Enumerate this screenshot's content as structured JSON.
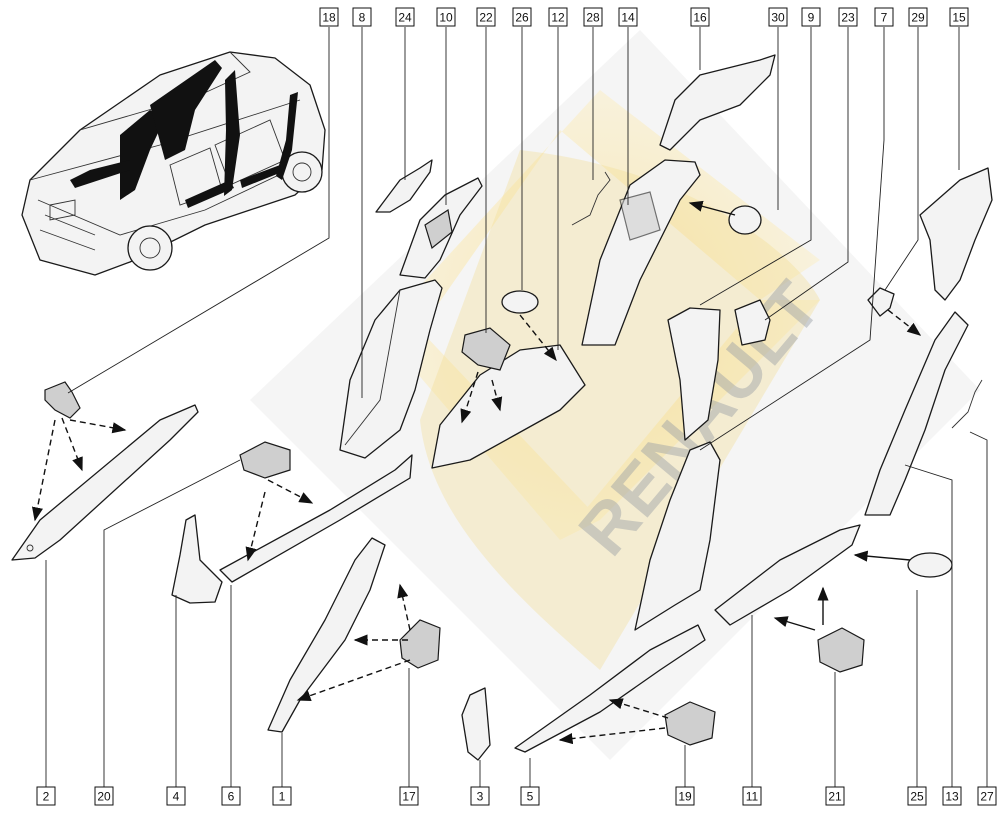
{
  "watermark": {
    "brand": "RENAULT",
    "logo_color": "#f3d98a",
    "text_color": "#9aa0a6"
  },
  "callouts": {
    "c18": "18",
    "c8": "8",
    "c24": "24",
    "c10": "10",
    "c22": "22",
    "c26": "26",
    "c12": "12",
    "c28": "28",
    "c14": "14",
    "c16": "16",
    "c30": "30",
    "c9": "9",
    "c23": "23",
    "c7": "7",
    "c29": "29",
    "c15": "15",
    "c2": "2",
    "c20": "20",
    "c4": "4",
    "c6": "6",
    "c1": "1",
    "c17": "17",
    "c3": "3",
    "c5": "5",
    "c19": "19",
    "c11": "11",
    "c21": "21",
    "c25": "25",
    "c13": "13",
    "c27": "27"
  }
}
